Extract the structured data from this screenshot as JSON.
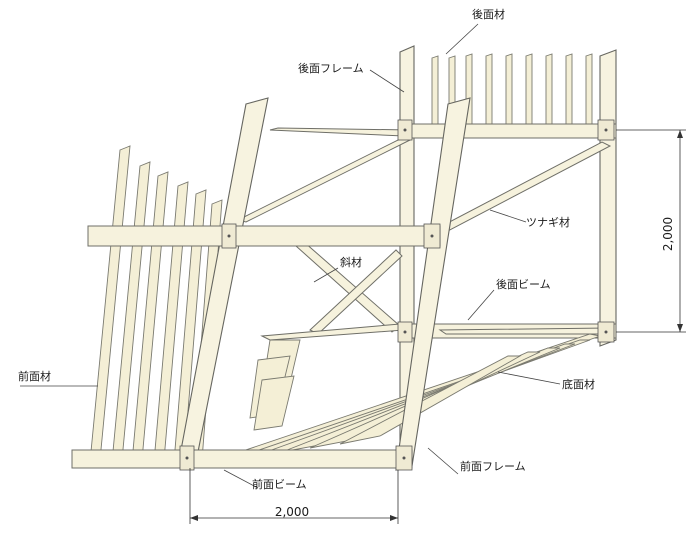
{
  "labels": {
    "back_material": "後面材",
    "back_frame": "後面フレーム",
    "connector": "ツナギ材",
    "diagonal": "斜材",
    "back_beam": "後面ビーム",
    "front_material": "前面材",
    "bottom_material": "底面材",
    "front_frame": "前面フレーム",
    "front_beam": "前面ビーム"
  },
  "dimensions": {
    "height": "2,000",
    "width": "2,000"
  },
  "colors": {
    "wood": "#f6f2dd",
    "outline": "#6f6f68",
    "text": "#1a1a1a"
  }
}
